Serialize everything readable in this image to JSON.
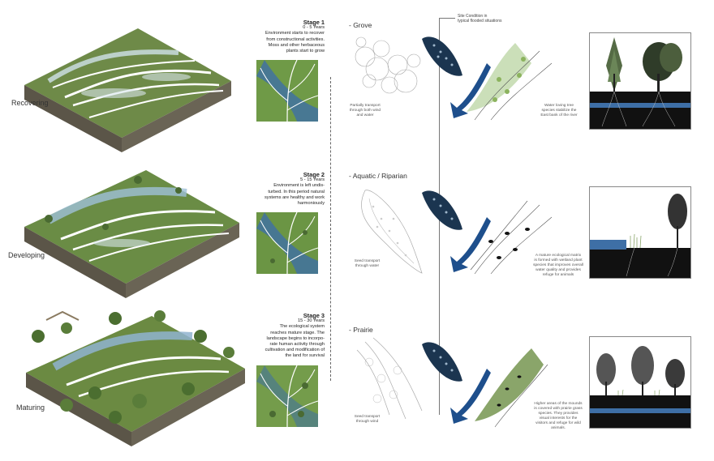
{
  "rows": [
    {
      "label": "Recovering",
      "stage_title": "Stage 1",
      "years": "0 - 5 Years",
      "description": [
        "Environment starts to recover",
        "from constructional activities.",
        "Moss and other herbaceous",
        "plants start to grow"
      ],
      "section": "- Grove",
      "seed_note": [
        "Partially transport",
        "through both wind",
        "and water"
      ],
      "right_note": [
        "Water loving tree",
        "species stabilize the",
        "East bank of the river"
      ]
    },
    {
      "label": "Developing",
      "stage_title": "Stage 2",
      "years": "5 - 15 Years",
      "description": [
        "Environment is left undis-",
        "turbed. In this period natural",
        "systems are healthy and work",
        "harmoniously"
      ],
      "section": "- Aquatic / Riparian",
      "seed_note": [
        "Seed transport",
        "through water"
      ],
      "right_note": [
        "A mature ecological matrix",
        "is formed with wetland plant",
        "species that improves overall",
        "water quality and provides",
        "refuge for animals"
      ]
    },
    {
      "label": "Maturing",
      "stage_title": "Stage 3",
      "years": "15 - 30 Years",
      "description": [
        "The ecological system",
        "reaches mature stage. The",
        "landscape begins to incorpo-",
        "rate human activity through",
        "cultivation and modification of",
        "the land for survival"
      ],
      "section": "- Prairie",
      "seed_note": [
        "Seed transport",
        "through wind"
      ],
      "right_note": [
        "Higher areas of the mounds",
        "is covered with prairie grass",
        "species. They provides",
        "visual interests for the",
        "visitors and refuge for wild",
        "animals."
      ]
    }
  ],
  "site_condition": [
    "Site Condition in",
    "typical flooded situations"
  ],
  "colors": {
    "arrow_blue": "#1e4f8c",
    "leaf_dark": "#1b3550",
    "grass_green": "#7d9a4e",
    "water_blue": "#3e6fa6",
    "soil_dark": "#111111"
  }
}
